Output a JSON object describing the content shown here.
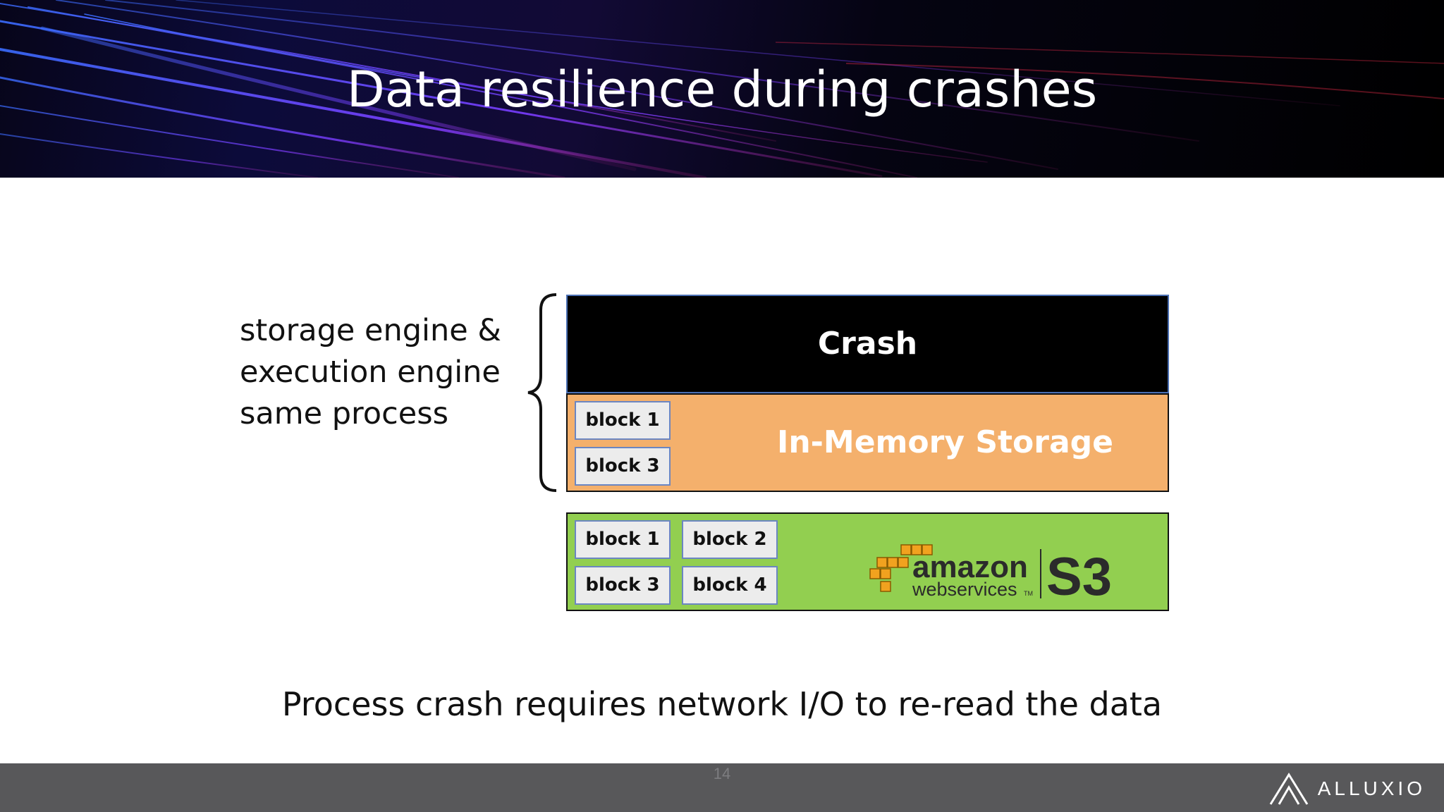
{
  "slide": {
    "title": "Data resilience during crashes",
    "side_note": [
      "storage engine &",
      "execution engine",
      "same process"
    ],
    "caption": "Process crash requires network I/O to re-read the data",
    "page_number": "14"
  },
  "diagram": {
    "crash_label": "Crash",
    "memory_label": "In-Memory Storage",
    "memory_blocks": [
      "block 1",
      "block 3"
    ],
    "s3_blocks": [
      "block 1",
      "block 2",
      "block 3",
      "block 4"
    ],
    "aws": {
      "word": "amazon",
      "sub": "webservices",
      "tm": "TM",
      "service": "S3"
    }
  },
  "brand": {
    "name": "ALLUXIO"
  },
  "colors": {
    "crash_fill": "#000000",
    "memory_fill": "#f4b06c",
    "s3_fill": "#92cf50",
    "block_fill": "#ececec",
    "footer": "#58585a"
  },
  "icons": [
    "alluxio-logo-icon",
    "aws-cubes-icon",
    "curly-brace-icon"
  ]
}
